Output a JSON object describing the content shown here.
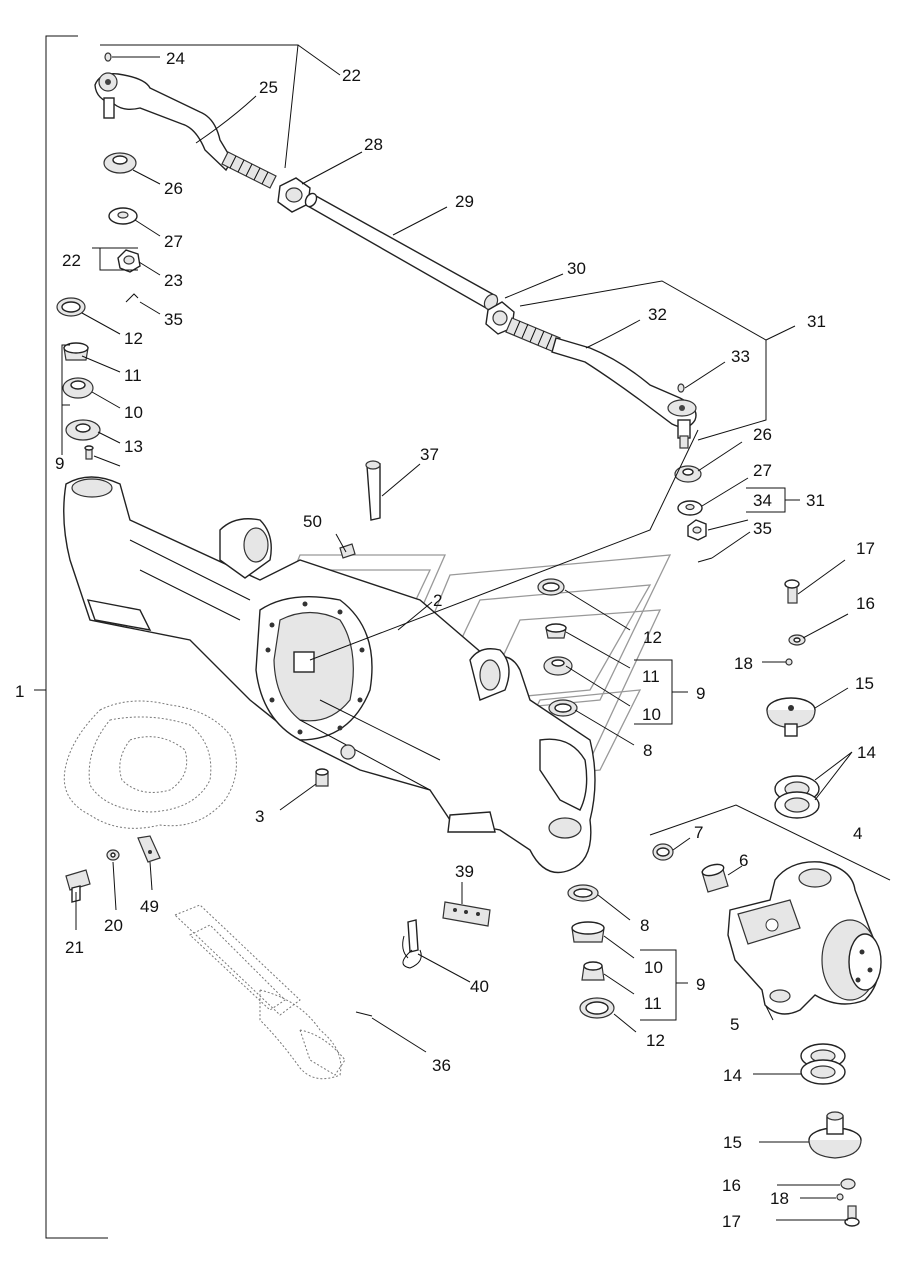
{
  "callouts": {
    "c1": "1",
    "c2": "2",
    "c3": "3",
    "c4": "4",
    "c5": "5",
    "c6": "6",
    "c7": "7",
    "c8a": "8",
    "c8b": "8",
    "c9a": "9",
    "c9b": "9",
    "c9c": "9",
    "c10a": "10",
    "c10b": "10",
    "c10c": "10",
    "c11a": "11",
    "c11b": "11",
    "c11c": "11",
    "c12a": "12",
    "c12b": "12",
    "c12c": "12",
    "c13": "13",
    "c14a": "14",
    "c14b": "14",
    "c15a": "15",
    "c15b": "15",
    "c16a": "16",
    "c16b": "16",
    "c17a": "17",
    "c17b": "17",
    "c18a": "18",
    "c18b": "18",
    "c20": "20",
    "c21": "21",
    "c22a": "22",
    "c22b": "22",
    "c23": "23",
    "c24": "24",
    "c25": "25",
    "c26a": "26",
    "c26b": "26",
    "c27a": "27",
    "c27b": "27",
    "c28": "28",
    "c29": "29",
    "c30": "30",
    "c31a": "31",
    "c31b": "31",
    "c32": "32",
    "c33": "33",
    "c34": "34",
    "c35a": "35",
    "c35b": "35",
    "c36": "36",
    "c37": "37",
    "c39": "39",
    "c40": "40",
    "c49": "49",
    "c50": "50"
  }
}
